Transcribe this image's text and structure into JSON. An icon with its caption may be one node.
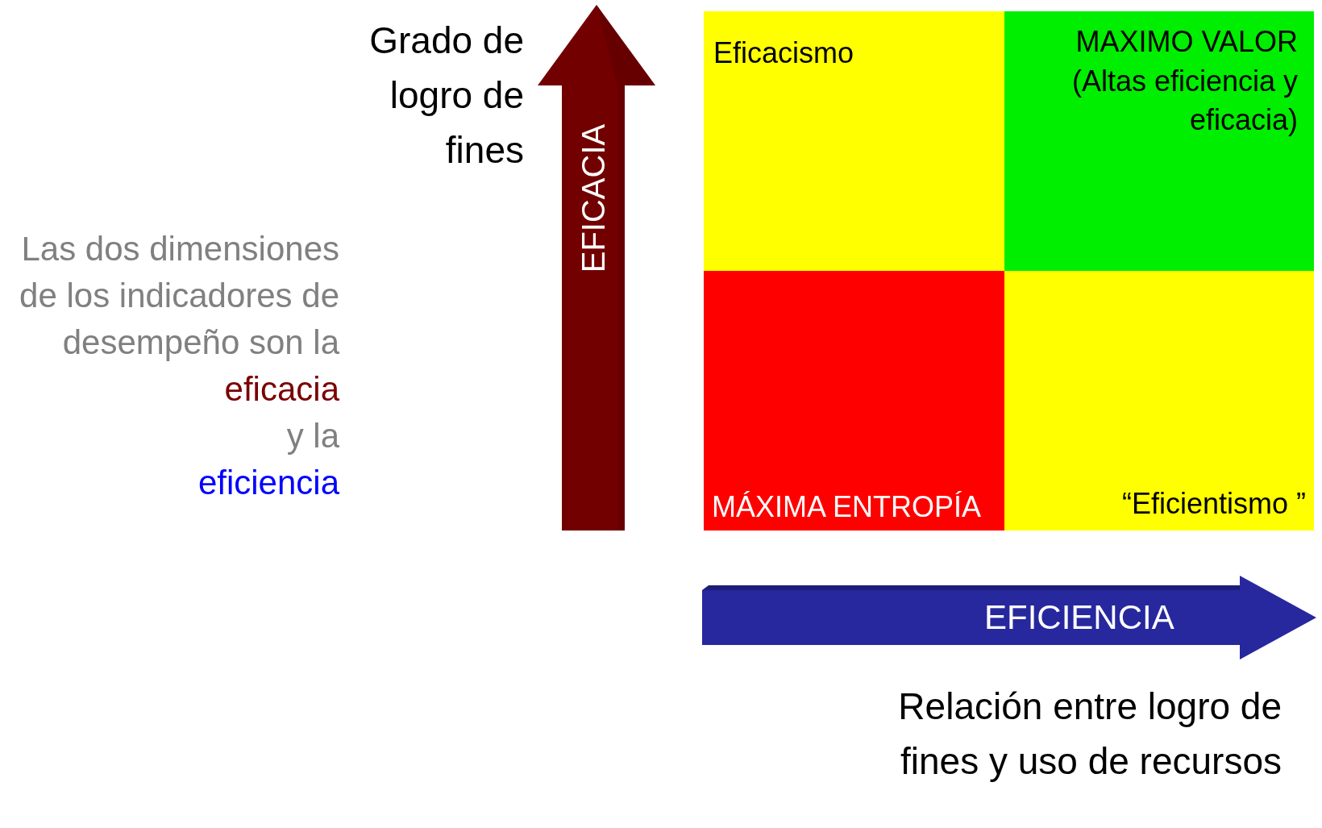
{
  "diagram": {
    "nodes": [
      {
        "text": [
          "Eficacismo"
        ]
      },
      {
        "text": [
          "MAXIMO VALOR",
          "(Altas eficiencia y eficacia)"
        ]
      },
      {
        "text": [
          "MÁXIMA ENTROPÍA"
        ]
      },
      {
        "text": [
          "“Eficientismo ”"
        ]
      },
      {
        "text": [
          "EFICACIA"
        ],
        "beside": [
          "Grado de logro de fines"
        ]
      },
      {
        "text": [
          "EFICIENCIA"
        ],
        "beside": [
          "Relación entre logro de fines y uso de recursos"
        ]
      }
    ],
    "edges": [],
    "labels": [
      "Las dos dimensiones de los indicadores de desempeño son la",
      "eficacia",
      "y la",
      "eficiencia"
    ]
  }
}
